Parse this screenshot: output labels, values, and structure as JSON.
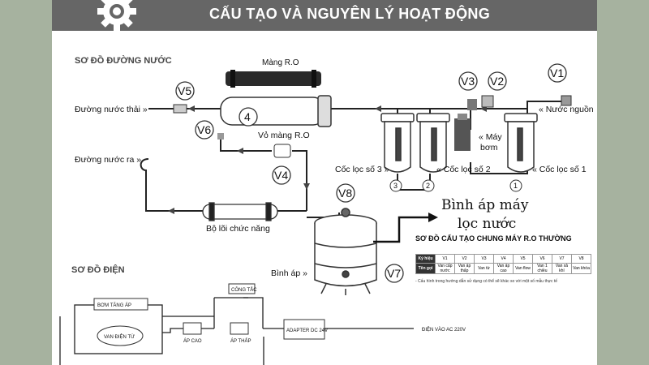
{
  "title": "CẤU TẠO VÀ NGUYÊN LÝ HOẠT ĐỘNG",
  "icon": "gear-icon",
  "sections": {
    "water": "SƠ ĐỒ ĐƯỜNG NƯỚC",
    "electric": "SƠ ĐỒ ĐIỆN"
  },
  "valves": {
    "v1": "V1",
    "v2": "V2",
    "v3": "V3",
    "v4": "V4",
    "v5": "V5",
    "v6": "V6",
    "v7": "V7",
    "v8": "V8"
  },
  "numbers": {
    "housing": "4",
    "cup1": "1",
    "cup2": "2",
    "cup3": "3"
  },
  "labels": {
    "membrane": "Màng R.O",
    "housing": "Vỏ màng R.O",
    "waste": "Đường nước thải »",
    "source": "« Nước nguồn",
    "output": "Đường nước ra »",
    "pump_1": "« Máy",
    "pump_2": "bơm",
    "cup3": "Cốc lọc số 3 »",
    "cup2": "« Cốc lọc số 2",
    "cup1": "« Cốc lọc số 1",
    "functional": "Bộ lõi chức năng",
    "tank": "Bình áp »"
  },
  "callout": {
    "line1": "Bình áp máy",
    "line2": "lọc nước"
  },
  "structure_heading": "SƠ ĐỒ CẤU TẠO CHUNG MÁY R.O THƯỜNG",
  "legend": {
    "h0": "Ký hiệu",
    "h1": "V1",
    "h2": "V2",
    "h3": "V3",
    "h4": "V4",
    "h5": "V5",
    "h6": "V6",
    "h7": "V7",
    "h8": "V8",
    "r0": "Tên gọi",
    "r1": "Van cấp nước",
    "r2": "Van áp thấp",
    "r3": "Van từ",
    "r4": "Van áp cao",
    "r5": "Van flow",
    "r6": "Van 1 chiều",
    "r7": "Van xả khí",
    "r8": "Van khóa",
    "note": "- Cấu hình trong hướng dẫn sử dụng có thể sẽ khác so với một số mẫu thực tế"
  },
  "electric": {
    "pump": "BƠM TĂNG ÁP",
    "solenoid": "VAN ĐIỆN TỪ",
    "high": "ÁP CAO",
    "low": "ÁP THẤP",
    "switch": "CÔNG TẮC",
    "adapter": "ADAPTER DC 24V",
    "ac": "ĐIỆN VÀO AC 220V"
  }
}
